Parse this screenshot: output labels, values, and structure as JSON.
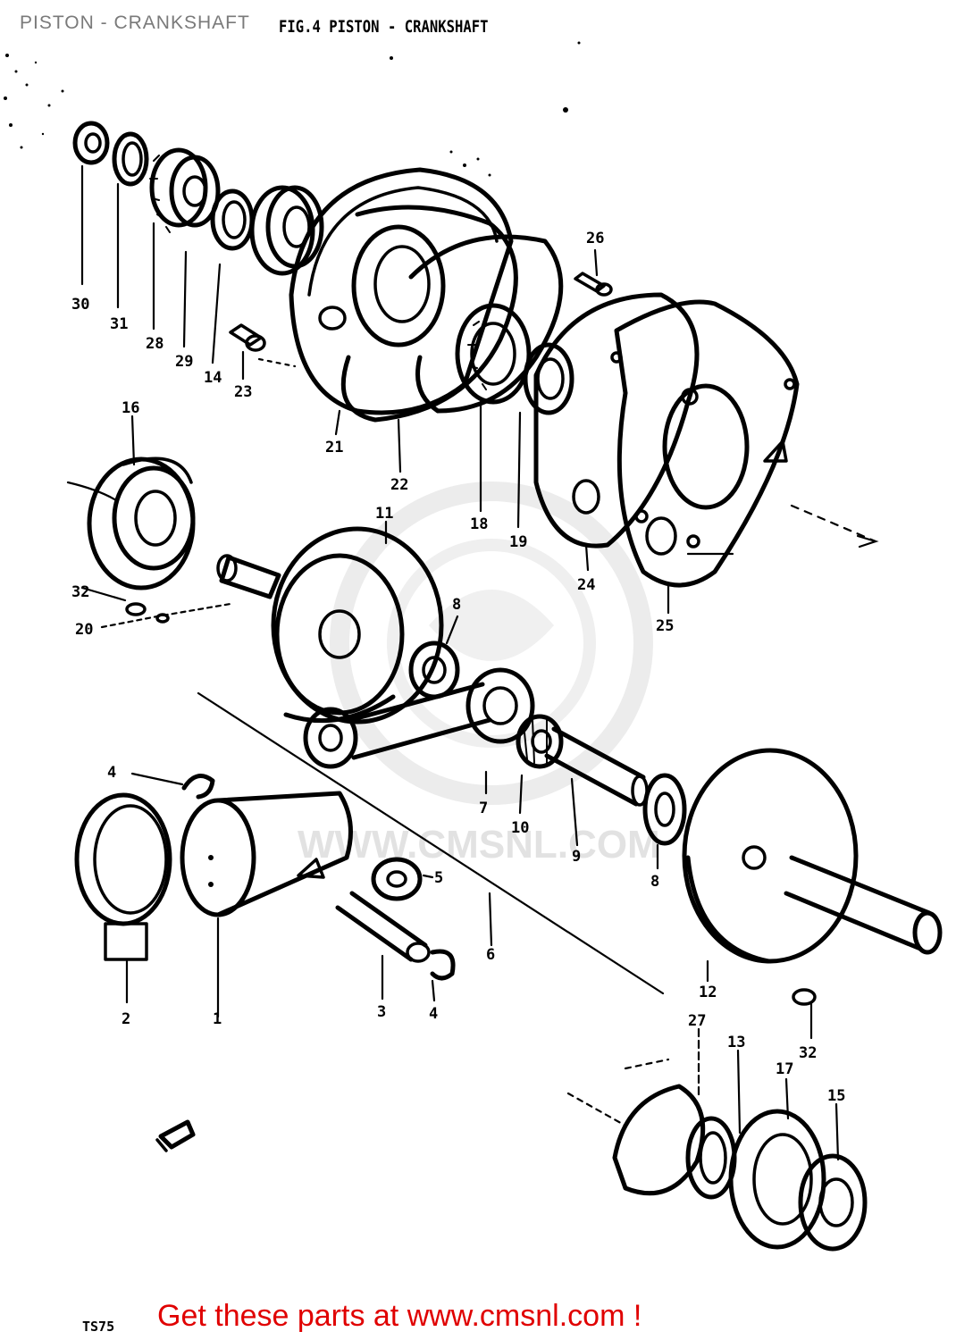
{
  "header": {
    "breadcrumb_title": "PISTON - CRANKSHAFT",
    "figure_title": "FIG.4  PISTON - CRANKSHAFT"
  },
  "watermark": {
    "text": "WWW.CMSNL.COM"
  },
  "footer": {
    "model_code": "TS75",
    "cta_text": "Get these parts at www.cmsnl.com !"
  },
  "colors": {
    "ink": "#000000",
    "cta": "#e00000",
    "title_overlay": "#7a7a7a",
    "watermark": "#e2e2e2",
    "background": "#ffffff"
  },
  "callouts": {
    "c30": "30",
    "c31": "31",
    "c28": "28",
    "c29": "29",
    "c14": "14",
    "c23": "23",
    "c21": "21",
    "c22": "22",
    "c18": "18",
    "c19": "19",
    "c26": "26",
    "c24": "24",
    "c25": "25",
    "c16": "16",
    "c11": "11",
    "c32a": "32",
    "c20": "20",
    "c8a": "8",
    "c7": "7",
    "c10": "10",
    "c9": "9",
    "c8b": "8",
    "c4a": "4",
    "c5": "5",
    "c6": "6",
    "c2": "2",
    "c1": "1",
    "c3": "3",
    "c4b": "4",
    "c12": "12",
    "c32b": "32",
    "c27": "27",
    "c13": "13",
    "c17": "17",
    "c15": "15"
  }
}
